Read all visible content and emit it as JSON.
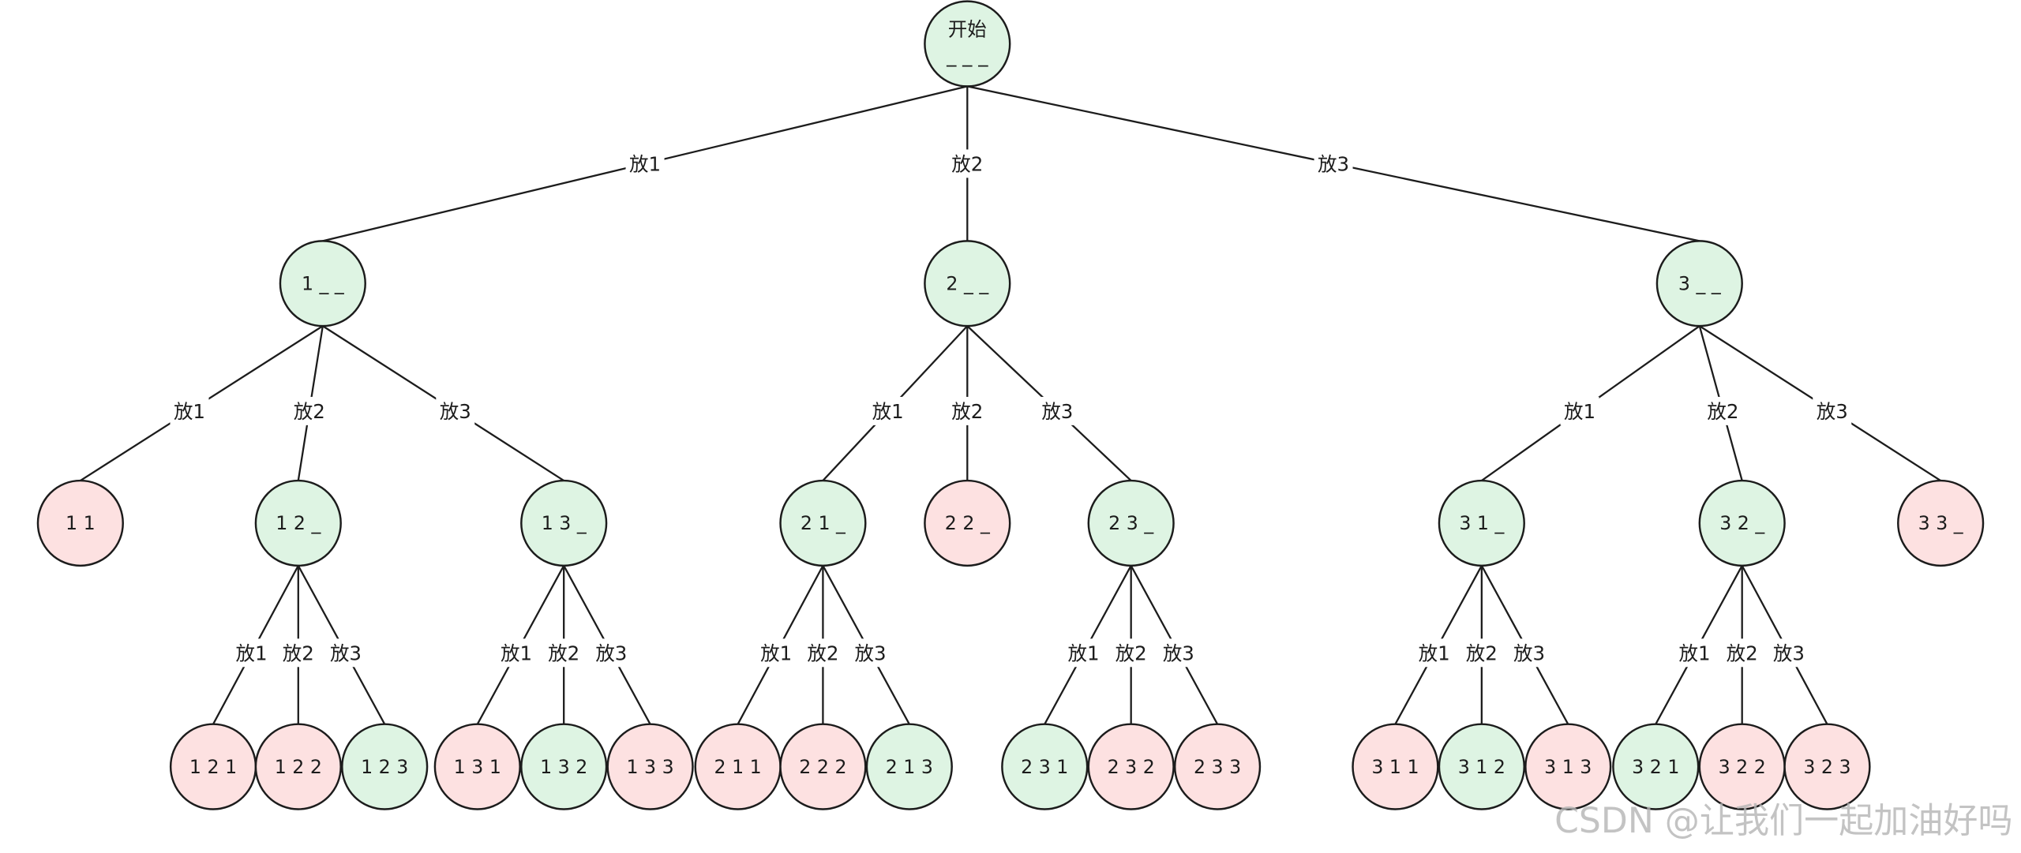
{
  "diagram": {
    "root": {
      "label_top": "开始",
      "label_bottom": "_ _ _",
      "fill": "#def4e3",
      "children": [
        {
          "edge_label": "放1",
          "label": "1 _ _",
          "fill": "#def4e3",
          "children": [
            {
              "edge_label": "放1",
              "label": "1 1",
              "fill": "#fde1e1",
              "children": []
            },
            {
              "edge_label": "放2",
              "label": "1 2 _",
              "fill": "#def4e3",
              "children": [
                {
                  "edge_label": "放1",
                  "label": "1 2 1",
                  "fill": "#fde1e1"
                },
                {
                  "edge_label": "放2",
                  "label": "1 2 2",
                  "fill": "#fde1e1"
                },
                {
                  "edge_label": "放3",
                  "label": "1 2 3",
                  "fill": "#def4e3"
                }
              ]
            },
            {
              "edge_label": "放3",
              "label": "1 3 _",
              "fill": "#def4e3",
              "children": [
                {
                  "edge_label": "放1",
                  "label": "1 3 1",
                  "fill": "#fde1e1"
                },
                {
                  "edge_label": "放2",
                  "label": "1 3 2",
                  "fill": "#def4e3"
                },
                {
                  "edge_label": "放3",
                  "label": "1 3 3",
                  "fill": "#fde1e1"
                }
              ]
            }
          ]
        },
        {
          "edge_label": "放2",
          "label": "2 _ _",
          "fill": "#def4e3",
          "children": [
            {
              "edge_label": "放1",
              "label": "2 1 _",
              "fill": "#def4e3",
              "children": [
                {
                  "edge_label": "放1",
                  "label": "2 1 1",
                  "fill": "#fde1e1"
                },
                {
                  "edge_label": "放2",
                  "label": "2 2 2",
                  "fill": "#fde1e1"
                },
                {
                  "edge_label": "放3",
                  "label": "2 1 3",
                  "fill": "#def4e3"
                }
              ]
            },
            {
              "edge_label": "放2",
              "label": "2 2 _",
              "fill": "#fde1e1",
              "children": []
            },
            {
              "edge_label": "放3",
              "label": "2 3 _",
              "fill": "#def4e3",
              "children": [
                {
                  "edge_label": "放1",
                  "label": "2 3 1",
                  "fill": "#def4e3"
                },
                {
                  "edge_label": "放2",
                  "label": "2 3 2",
                  "fill": "#fde1e1"
                },
                {
                  "edge_label": "放3",
                  "label": "2 3 3",
                  "fill": "#fde1e1"
                }
              ]
            }
          ]
        },
        {
          "edge_label": "放3",
          "label": "3 _ _",
          "fill": "#def4e3",
          "children": [
            {
              "edge_label": "放1",
              "label": "3 1 _",
              "fill": "#def4e3",
              "children": [
                {
                  "edge_label": "放1",
                  "label": "3 1 1",
                  "fill": "#fde1e1"
                },
                {
                  "edge_label": "放2",
                  "label": "3 1 2",
                  "fill": "#def4e3"
                },
                {
                  "edge_label": "放3",
                  "label": "3 1 3",
                  "fill": "#fde1e1"
                }
              ]
            },
            {
              "edge_label": "放2",
              "label": "3 2 _",
              "fill": "#def4e3",
              "children": [
                {
                  "edge_label": "放1",
                  "label": "3 2 1",
                  "fill": "#def4e3"
                },
                {
                  "edge_label": "放2",
                  "label": "3 2 2",
                  "fill": "#fde1e1"
                },
                {
                  "edge_label": "放3",
                  "label": "3 2 3",
                  "fill": "#fde1e1"
                }
              ]
            },
            {
              "edge_label": "放3",
              "label": "3 3 _",
              "fill": "#fde1e1",
              "children": []
            }
          ]
        }
      ]
    }
  },
  "watermark": "CSDN @让我们一起加油好吗"
}
